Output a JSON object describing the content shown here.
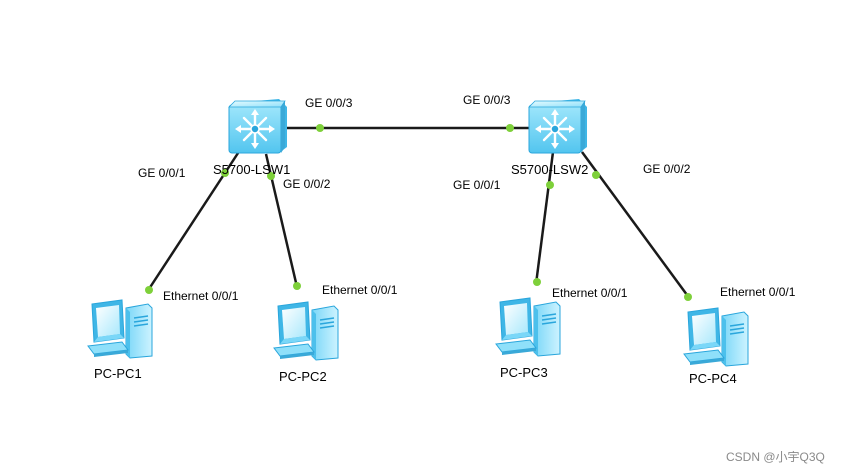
{
  "devices": {
    "sw1": {
      "label": "S5700-LSW1",
      "icon": "switch-icon"
    },
    "sw2": {
      "label": "S5700-LSW2",
      "icon": "switch-icon"
    },
    "pc1": {
      "label": "PC-PC1",
      "icon": "pc-icon"
    },
    "pc2": {
      "label": "PC-PC2",
      "icon": "pc-icon"
    },
    "pc3": {
      "label": "PC-PC3",
      "icon": "pc-icon"
    },
    "pc4": {
      "label": "PC-PC4",
      "icon": "pc-icon"
    }
  },
  "ports": {
    "sw1_ge003": "GE 0/0/3",
    "sw2_ge003": "GE 0/0/3",
    "sw1_ge001": "GE 0/0/1",
    "sw1_ge002": "GE 0/0/2",
    "sw2_ge001": "GE 0/0/1",
    "sw2_ge002": "GE 0/0/2",
    "pc1_eth": "Ethernet 0/0/1",
    "pc2_eth": "Ethernet 0/0/1",
    "pc3_eth": "Ethernet 0/0/1",
    "pc4_eth": "Ethernet 0/0/1"
  },
  "links": [
    {
      "from": "sw1",
      "to": "sw2"
    },
    {
      "from": "sw1",
      "to": "pc1"
    },
    {
      "from": "sw1",
      "to": "pc2"
    },
    {
      "from": "sw2",
      "to": "pc3"
    },
    {
      "from": "sw2",
      "to": "pc4"
    }
  ],
  "colors": {
    "link": "#1a1a1a",
    "port_dot": "#7ed03a",
    "device_light": "#bdf0ff",
    "device_mid": "#6fd3f7",
    "device_dark": "#2aa6dc"
  },
  "watermark": "CSDN @小宇Q3Q"
}
